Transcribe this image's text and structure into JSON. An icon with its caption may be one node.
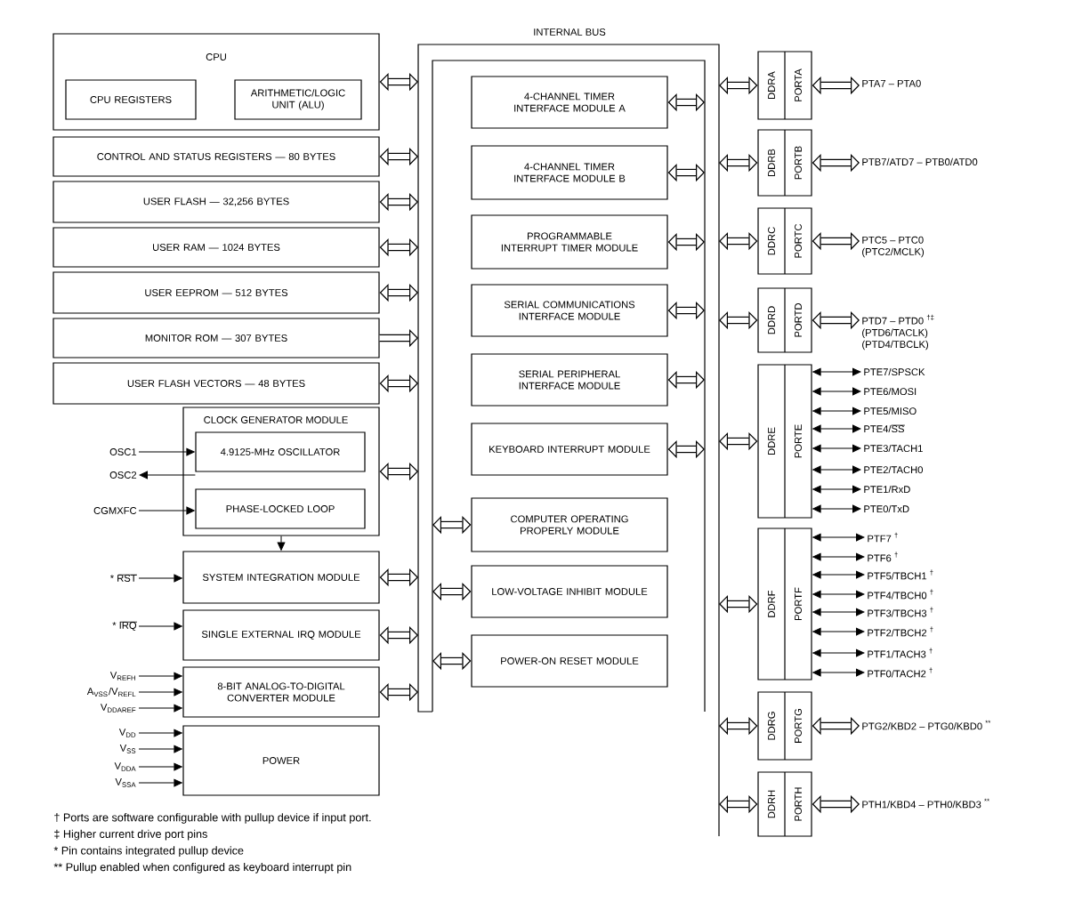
{
  "diagram": {
    "nodes": [
      {
        "text": [
          "CPU"
        ]
      },
      {
        "text": [
          "CPU REGISTERS"
        ],
        "in": 0
      },
      {
        "text": [
          "ARITHMETIC/LOGIC UNIT (ALU)"
        ],
        "in": 0
      },
      {
        "text": [
          "CONTROL AND STATUS REGISTERS — 80 BYTES"
        ]
      },
      {
        "text": [
          "USER FLASH — 32,256 BYTES"
        ]
      },
      {
        "text": [
          "USER RAM — 1024 BYTES"
        ]
      },
      {
        "text": [
          "USER EEPROM — 512 BYTES"
        ]
      },
      {
        "text": [
          "MONITOR ROM — 307 BYTES"
        ]
      },
      {
        "text": [
          "USER FLASH VECTORS — 48 BYTES"
        ]
      },
      {
        "text": [
          "CLOCK GENERATOR MODULE"
        ]
      },
      {
        "text": [
          "4.9125-MHz OSCILLATOR"
        ],
        "in": 9
      },
      {
        "text": [
          "PHASE-LOCKED LOOP"
        ],
        "in": 9
      },
      {
        "text": [
          "SYSTEM INTEGRATION MODULE"
        ]
      },
      {
        "text": [
          "SINGLE EXTERNAL IRQ MODULE"
        ]
      },
      {
        "text": [
          "8-BIT ANALOG-TO-DIGITAL CONVERTER MODULE"
        ]
      },
      {
        "text": [
          "POWER"
        ]
      },
      {
        "text": [
          "INTERNAL BUS"
        ]
      },
      {
        "text": [
          "4-CHANNEL TIMER INTERFACE MODULE A"
        ],
        "in": 16
      },
      {
        "text": [
          "4-CHANNEL TIMER INTERFACE MODULE B"
        ],
        "in": 16
      },
      {
        "text": [
          "PROGRAMMABLE INTERRUPT TIMER MODULE"
        ],
        "in": 16
      },
      {
        "text": [
          "SERIAL COMMUNICATIONS INTERFACE MODULE"
        ],
        "in": 16
      },
      {
        "text": [
          "SERIAL PERIPHERAL INTERFACE MODULE"
        ],
        "in": 16
      },
      {
        "text": [
          "KEYBOARD INTERRUPT MODULE"
        ],
        "in": 16
      },
      {
        "text": [
          "COMPUTER OPERATING PROPERLY MODULE"
        ],
        "in": 16
      },
      {
        "text": [
          "LOW-VOLTAGE INHIBIT MODULE"
        ],
        "in": 16
      },
      {
        "text": [
          "POWER-ON RESET MODULE"
        ],
        "in": 16
      },
      {
        "text": [
          "DDRA",
          "PORTA"
        ]
      },
      {
        "text": [
          "DDRB",
          "PORTB"
        ]
      },
      {
        "text": [
          "DDRC",
          "PORTC"
        ]
      },
      {
        "text": [
          "DDRD",
          "PORTD"
        ]
      },
      {
        "text": [
          "DDRE",
          "PORTE"
        ]
      },
      {
        "text": [
          "DDRF",
          "PORTF"
        ]
      },
      {
        "text": [
          "DDRG",
          "PORTG"
        ]
      },
      {
        "text": [
          "DDRH",
          "PORTH"
        ]
      },
      {
        "text": [
          "OSC1"
        ]
      },
      {
        "text": [
          "OSC2"
        ]
      },
      {
        "text": [
          "CGMXFC"
        ]
      },
      {
        "text": [
          "* RST"
        ]
      },
      {
        "text": [
          "* IRQ"
        ]
      },
      {
        "text": [
          "V$_{REFH}$"
        ]
      },
      {
        "text": [
          "A$_{VSS}$/V$_{REFL}$"
        ]
      },
      {
        "text": [
          "V$_{DDAREF}$"
        ]
      },
      {
        "text": [
          "V$_{DD}$"
        ]
      },
      {
        "text": [
          "V$_{SS}$"
        ]
      },
      {
        "text": [
          "V$_{DDA}$"
        ]
      },
      {
        "text": [
          "V$_{SSA}$"
        ]
      },
      {
        "text": [
          "PTA7 – PTA0"
        ]
      },
      {
        "text": [
          "PTB7/ATD7 – PTB0/ATD0"
        ]
      },
      {
        "text": [
          "PTC5 – PTC0",
          "(PTC2/MCLK)"
        ]
      },
      {
        "text": [
          "PTD7 – PTD0 $^{†‡}$",
          "(PTD6/TACLK)",
          "(PTD4/TBCLK)"
        ]
      },
      {
        "text": [
          "PTE7/SPSCK"
        ]
      },
      {
        "text": [
          "PTE6/MOSI"
        ]
      },
      {
        "text": [
          "PTE5/MISO"
        ]
      },
      {
        "text": [
          "PTE4/SS"
        ]
      },
      {
        "text": [
          "PTE3/TACH1"
        ]
      },
      {
        "text": [
          "PTE2/TACH0"
        ]
      },
      {
        "text": [
          "PTE1/RxD"
        ]
      },
      {
        "text": [
          "PTE0/TxD"
        ]
      },
      {
        "text": [
          "PTF7 $^{†}$"
        ]
      },
      {
        "text": [
          "PTF6 $^{†}$"
        ]
      },
      {
        "text": [
          "PTF5/TBCH1 $^{†}$"
        ]
      },
      {
        "text": [
          "PTF4/TBCH0 $^{†}$"
        ]
      },
      {
        "text": [
          "PTF3/TBCH3 $^{†}$"
        ]
      },
      {
        "text": [
          "PTF2/TBCH2 $^{†}$"
        ]
      },
      {
        "text": [
          "PTF1/TACH3 $^{†}$"
        ]
      },
      {
        "text": [
          "PTF0/TACH2 $^{†}$"
        ]
      },
      {
        "text": [
          "PTG2/KBD2 – PTG0/KBD0 $^{**}$"
        ]
      },
      {
        "text": [
          "PTH1/KBD4 – PTH0/KBD3 $^{**}$"
        ]
      }
    ],
    "edges": [
      {
        "from": 34,
        "to": 10,
        "arrow": "to"
      },
      {
        "from": 10,
        "to": 35,
        "arrow": "to"
      },
      {
        "from": 36,
        "to": 11,
        "arrow": "to"
      },
      {
        "from": 37,
        "to": 12,
        "arrow": "to"
      },
      {
        "from": 38,
        "to": 13,
        "arrow": "to"
      },
      {
        "from": 39,
        "to": 14,
        "arrow": "to"
      },
      {
        "from": 40,
        "to": 14,
        "arrow": "to"
      },
      {
        "from": 41,
        "to": 14,
        "arrow": "to"
      },
      {
        "from": 42,
        "to": 15,
        "arrow": "to"
      },
      {
        "from": 43,
        "to": 15,
        "arrow": "to"
      },
      {
        "from": 44,
        "to": 15,
        "arrow": "to"
      },
      {
        "from": 45,
        "to": 15,
        "arrow": "to"
      },
      {
        "from": 9,
        "to": 12,
        "arrow": "to"
      },
      {
        "from": 0,
        "to": 16,
        "arrow": "both"
      },
      {
        "from": 3,
        "to": 16,
        "arrow": "both"
      },
      {
        "from": 4,
        "to": 16,
        "arrow": "both"
      },
      {
        "from": 5,
        "to": 16,
        "arrow": "both"
      },
      {
        "from": 6,
        "to": 16,
        "arrow": "both"
      },
      {
        "from": 7,
        "to": 16,
        "arrow": "to"
      },
      {
        "from": 8,
        "to": 16,
        "arrow": "both"
      },
      {
        "from": 9,
        "to": 16,
        "arrow": "both"
      },
      {
        "from": 12,
        "to": 16,
        "arrow": "both"
      },
      {
        "from": 13,
        "to": 16,
        "arrow": "both"
      },
      {
        "from": 14,
        "to": 16,
        "arrow": "both"
      },
      {
        "from": 17,
        "to": 16,
        "arrow": "both"
      },
      {
        "from": 18,
        "to": 16,
        "arrow": "both"
      },
      {
        "from": 19,
        "to": 16,
        "arrow": "both"
      },
      {
        "from": 20,
        "to": 16,
        "arrow": "both"
      },
      {
        "from": 21,
        "to": 16,
        "arrow": "both"
      },
      {
        "from": 22,
        "to": 16,
        "arrow": "both"
      },
      {
        "from": 23,
        "to": 16,
        "arrow": "both"
      },
      {
        "from": 24,
        "to": 16,
        "arrow": "both"
      },
      {
        "from": 25,
        "to": 16,
        "arrow": "both"
      },
      {
        "from": 16,
        "to": 26,
        "arrow": "both"
      },
      {
        "from": 16,
        "to": 27,
        "arrow": "both"
      },
      {
        "from": 16,
        "to": 28,
        "arrow": "both"
      },
      {
        "from": 16,
        "to": 29,
        "arrow": "both"
      },
      {
        "from": 16,
        "to": 30,
        "arrow": "both"
      },
      {
        "from": 16,
        "to": 31,
        "arrow": "both"
      },
      {
        "from": 16,
        "to": 32,
        "arrow": "both"
      },
      {
        "from": 16,
        "to": 33,
        "arrow": "both"
      },
      {
        "from": 26,
        "to": 46,
        "arrow": "both"
      },
      {
        "from": 27,
        "to": 47,
        "arrow": "both"
      },
      {
        "from": 28,
        "to": 48,
        "arrow": "both"
      },
      {
        "from": 29,
        "to": 49,
        "arrow": "both"
      },
      {
        "from": 30,
        "to": 50,
        "arrow": "both"
      },
      {
        "from": 30,
        "to": 51,
        "arrow": "both"
      },
      {
        "from": 30,
        "to": 52,
        "arrow": "both"
      },
      {
        "from": 30,
        "to": 53,
        "arrow": "both"
      },
      {
        "from": 30,
        "to": 54,
        "arrow": "both"
      },
      {
        "from": 30,
        "to": 55,
        "arrow": "both"
      },
      {
        "from": 30,
        "to": 56,
        "arrow": "both"
      },
      {
        "from": 30,
        "to": 57,
        "arrow": "both"
      },
      {
        "from": 31,
        "to": 58,
        "arrow": "both"
      },
      {
        "from": 31,
        "to": 59,
        "arrow": "both"
      },
      {
        "from": 31,
        "to": 60,
        "arrow": "both"
      },
      {
        "from": 31,
        "to": 61,
        "arrow": "both"
      },
      {
        "from": 31,
        "to": 62,
        "arrow": "both"
      },
      {
        "from": 31,
        "to": 63,
        "arrow": "both"
      },
      {
        "from": 31,
        "to": 64,
        "arrow": "both"
      },
      {
        "from": 31,
        "to": 65,
        "arrow": "both"
      },
      {
        "from": 32,
        "to": 66,
        "arrow": "both"
      },
      {
        "from": 33,
        "to": 67,
        "arrow": "both"
      }
    ],
    "labels": [
      "† Ports are software configurable with pullup device if input port.",
      "‡ Higher current drive port pins",
      "* Pin contains integrated pullup device",
      "** Pullup enabled when configured as keyboard interrupt pin"
    ]
  }
}
